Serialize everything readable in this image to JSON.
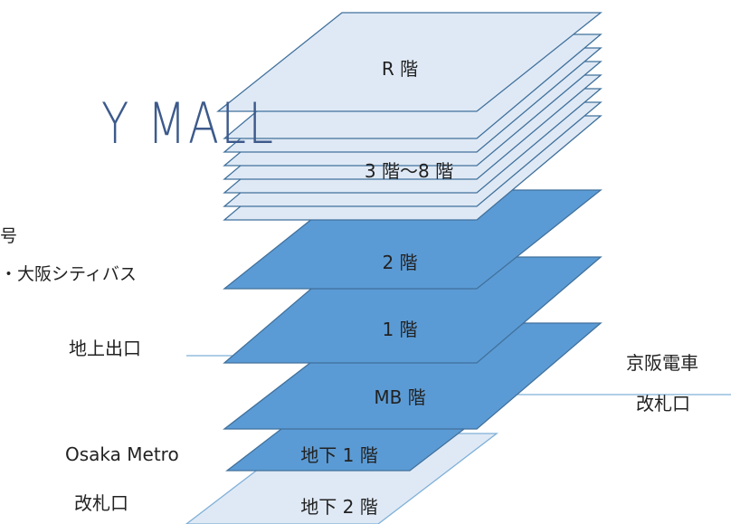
{
  "logo": {
    "text": "Y MALL"
  },
  "access": {
    "line1": "号",
    "line2": "・大阪シティバス"
  },
  "floors": [
    {
      "key": "r",
      "label": "R 階"
    },
    {
      "key": "f3_8",
      "label": "3 階～8 階"
    },
    {
      "key": "f2",
      "label": "2 階"
    },
    {
      "key": "f1",
      "label": "1 階"
    },
    {
      "key": "mb",
      "label": "MB 階"
    },
    {
      "key": "b1",
      "label": "地下 1 階"
    },
    {
      "key": "b2",
      "label": "地下 2 階"
    }
  ],
  "connections": {
    "ground_exit": "地上出口",
    "keihan_line1": "京阪電車",
    "keihan_line2": "改札口",
    "metro_line1": "Osaka Metro",
    "metro_line2": "改札口"
  },
  "colors": {
    "dark_fill": "#5b9bd5",
    "light_fill": "#dfe9f5",
    "stroke": "#41719c",
    "line": "#7fb0d8"
  }
}
